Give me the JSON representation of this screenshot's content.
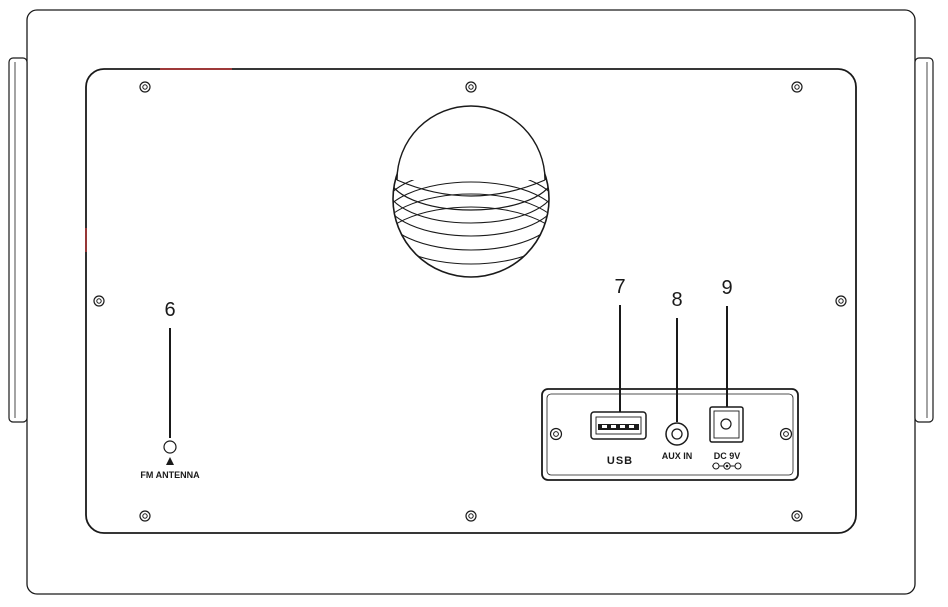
{
  "callouts": {
    "fm_antenna": "6",
    "usb": "7",
    "aux_in": "8",
    "dc_in": "9"
  },
  "labels": {
    "fm_antenna": "FM ANTENNA",
    "usb": "USB",
    "aux_in": "AUX IN",
    "dc_in": "DC 9V"
  },
  "colors": {
    "line": "#1a1a1a",
    "accent": "#cc2b2b",
    "background": "#ffffff"
  }
}
